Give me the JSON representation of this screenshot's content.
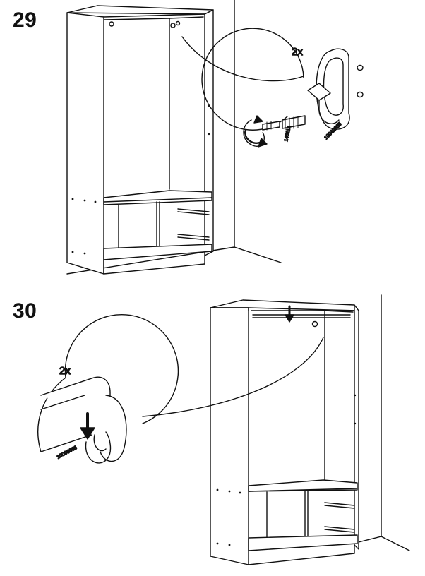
{
  "steps": [
    {
      "number": "29",
      "quantity": "2x",
      "parts": [
        "146114",
        "10042365"
      ]
    },
    {
      "number": "30",
      "quantity": "2x",
      "parts": [
        "10096666"
      ]
    }
  ],
  "colors": {
    "line": "#111111",
    "background": "#ffffff"
  },
  "icons": [
    "rotate-arrow-icon",
    "screw-icon",
    "wall-plug-icon",
    "rail-hook-icon",
    "down-arrow-icon"
  ]
}
